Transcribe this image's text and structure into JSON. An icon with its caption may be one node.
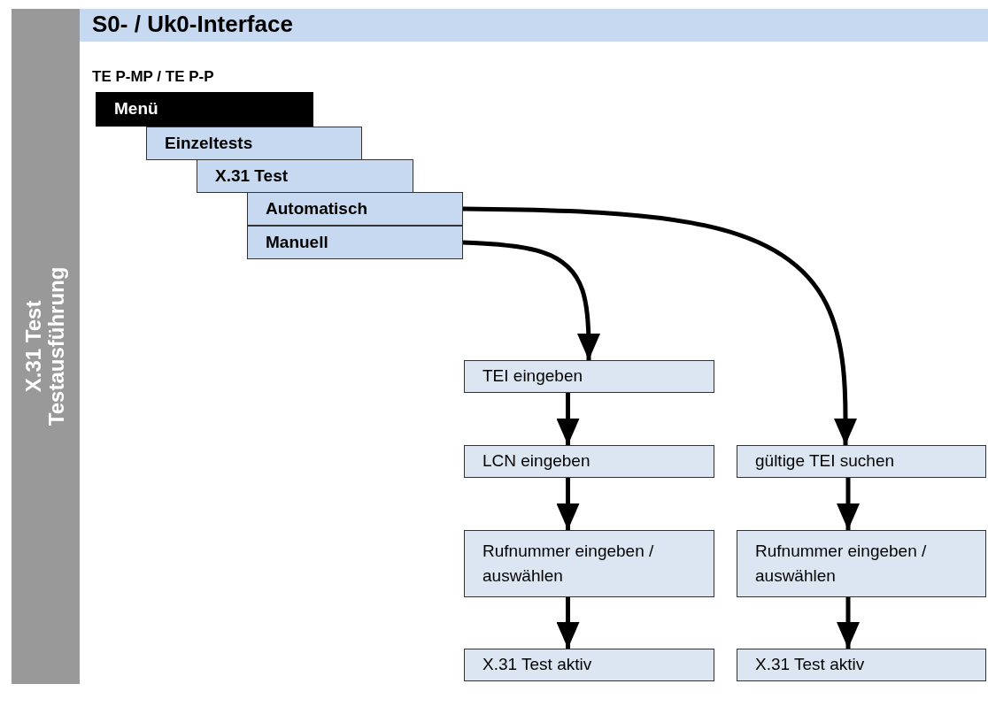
{
  "diagram": {
    "title": "S0- / Uk0-Interface",
    "nodes": [
      {
        "text": [
          "Menü"
        ]
      },
      {
        "text": [
          "Einzeltests"
        ]
      },
      {
        "text": [
          "X.31 Test"
        ]
      },
      {
        "text": [
          "Automatisch"
        ]
      },
      {
        "text": [
          "Manuell"
        ]
      },
      {
        "text": [
          "TEI eingeben"
        ]
      },
      {
        "text": [
          "LCN eingeben"
        ]
      },
      {
        "text": [
          "gültige TEI suchen"
        ]
      },
      {
        "text": [
          "Rufnummer eingeben / auswählen"
        ]
      },
      {
        "text": [
          "Rufnummer eingeben / auswählen"
        ]
      },
      {
        "text": [
          "X.31 Test  aktiv"
        ]
      },
      {
        "text": [
          "X.31 Test  aktiv"
        ]
      }
    ],
    "edges": [
      {
        "from": 3,
        "to": 7,
        "arrow": "to"
      },
      {
        "from": 4,
        "to": 5,
        "arrow": "to"
      },
      {
        "from": 5,
        "to": 6,
        "arrow": "to"
      },
      {
        "from": 6,
        "to": 8,
        "arrow": "to"
      },
      {
        "from": 8,
        "to": 10,
        "arrow": "to"
      },
      {
        "from": 7,
        "to": 9,
        "arrow": "to"
      },
      {
        "from": 9,
        "to": 11,
        "arrow": "to"
      }
    ],
    "labels": [
      "X.31 Test",
      "Testausführung",
      "TE P-MP / TE P-P"
    ]
  }
}
